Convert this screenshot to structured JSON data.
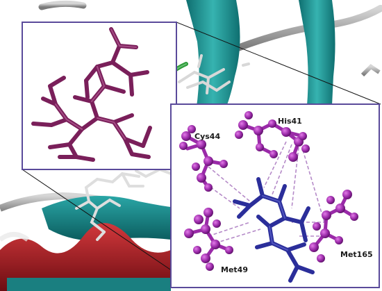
{
  "residues": {
    "cys44": "Cys44",
    "his41": "His41",
    "met49": "Met49",
    "met165": "Met165"
  },
  "colors": {
    "ribbon_teal": "#1f9a9a",
    "ribbon_red": "#b11f25",
    "ribbon_grey": "#9a9a9a",
    "loop_green": "#2f9a3a",
    "ligand_inset": "#7a1f5a",
    "ligand_blue": "#2b2e9a",
    "residue_purple": "#9a2aa8",
    "frame": "#5a4a9a"
  }
}
